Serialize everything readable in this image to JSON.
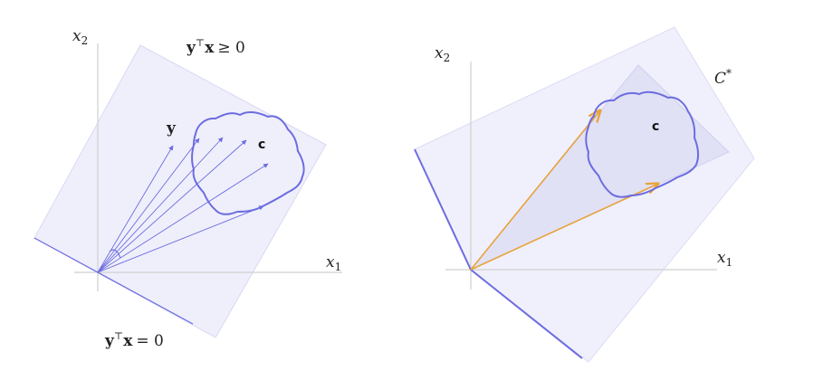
{
  "colors": {
    "halfspace_fill": "#e9e9fb",
    "cone_fill": "#dcdcf4",
    "blob_stroke": "#6c6ce0",
    "ray_stroke": "#6c6ce0",
    "axis_stroke": "#cfcfcf",
    "orange": "#e8a43c",
    "text": "#222222"
  },
  "left_panel": {
    "axis_x_label": "x",
    "axis_x_sub": "1",
    "axis_y_label": "x",
    "axis_y_sub": "2",
    "vector_label": "y",
    "set_label": "c",
    "halfspace_y": "y",
    "halfspace_top": "x",
    "halfspace_rel": "≥ 0",
    "boundary_y": "y",
    "boundary_top": "x",
    "boundary_rel": "= 0",
    "transpose": "⊤"
  },
  "right_panel": {
    "axis_x_label": "x",
    "axis_x_sub": "1",
    "axis_y_label": "x",
    "axis_y_sub": "2",
    "set_label": "c",
    "dual_cone_label": "C",
    "dual_cone_sup": "*"
  }
}
